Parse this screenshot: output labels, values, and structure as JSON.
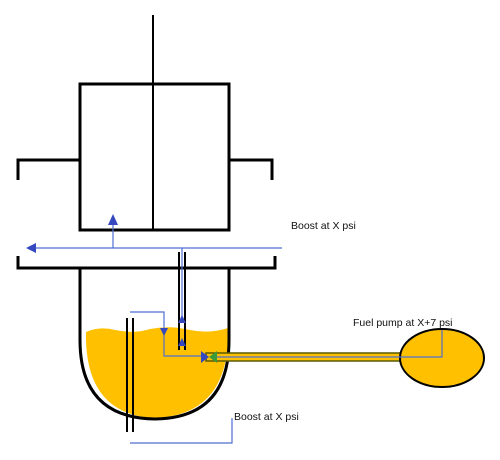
{
  "labels": {
    "boost_top": "Boost at X psi",
    "fuel_pump": "Fuel pump at X+7 psi",
    "boost_bottom": "Boost at X psi"
  },
  "colors": {
    "structure": "#000000",
    "fuel": "#ffc000",
    "signal": "#4f6fd0",
    "arrow": "#3548c0",
    "fuel_valve": "#3a9a3a",
    "fuel_line_outline": "#5a5a00"
  },
  "icons": {
    "arrow": "triangle-arrow-icon",
    "valve": "bowtie-valve-icon"
  }
}
